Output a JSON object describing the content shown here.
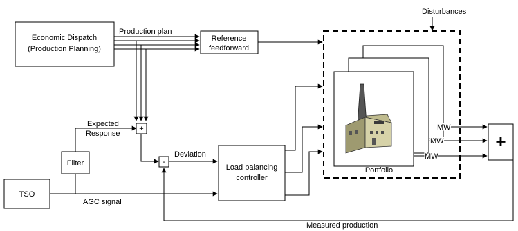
{
  "diagram": {
    "disturbances": "Disturbances",
    "economic_dispatch_line1": "Economic Dispatch",
    "economic_dispatch_line2": "(Production Planning)",
    "production_plan": "Production plan",
    "reference_ff_line1": "Reference",
    "reference_ff_line2": "feedforward",
    "expected_line1": "Expected",
    "expected_line2": "Response",
    "plus_sign": "+",
    "minus_sign": "-",
    "filter": "Filter",
    "deviation": "Deviation",
    "load_balancing_line1": "Load balancing",
    "load_balancing_line2": "controller",
    "tso": "TSO",
    "agc_signal": "AGC signal",
    "measured_production": "Measured production",
    "portfolio": "Portfolio",
    "mw_labels": [
      "MW",
      "MW",
      "MW"
    ],
    "sum_symbol": "+"
  }
}
